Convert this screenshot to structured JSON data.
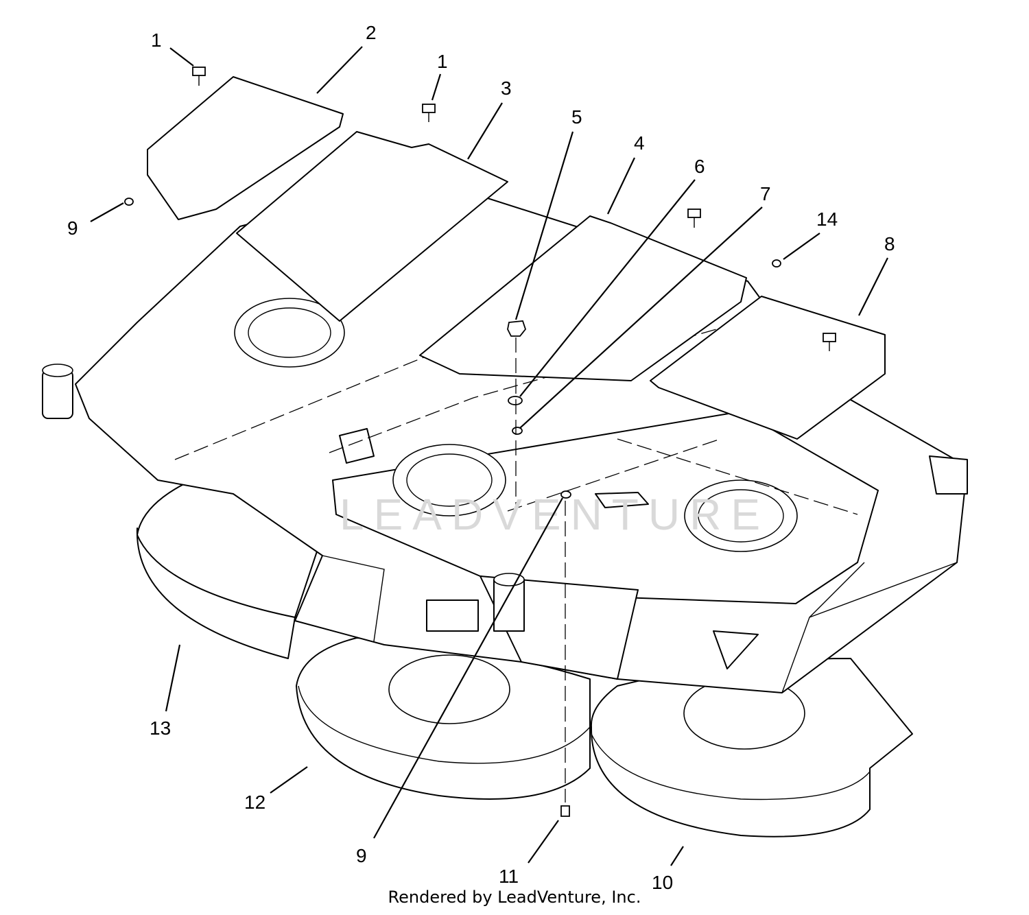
{
  "diagram": {
    "callouts": [
      "1",
      "2",
      "1",
      "3",
      "5",
      "4",
      "6",
      "7",
      "14",
      "8",
      "9",
      "9",
      "13",
      "12",
      "11",
      "10"
    ],
    "watermark": "LEADVENTURE",
    "footer": "Rendered by LeadVenture, Inc."
  }
}
